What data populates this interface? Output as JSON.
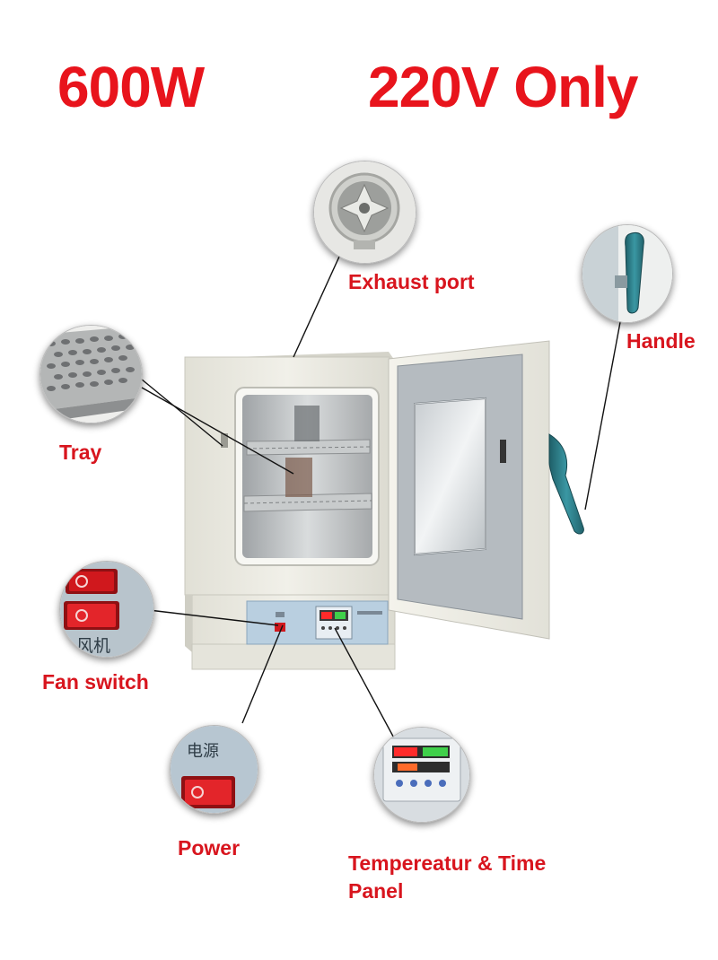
{
  "headline": {
    "power": "600W",
    "voltage": "220V Only"
  },
  "callouts": {
    "exhaust_port": "Exhaust port",
    "handle": "Handle",
    "tray": "Tray",
    "fan_switch": "Fan switch",
    "power": "Power",
    "panel_line1": "Tempereatur & Time",
    "panel_line2": "Panel"
  },
  "inset_text": {
    "fan_switch_chinese": "风机",
    "power_chinese": "电源"
  },
  "colors": {
    "headline": "#e8141c",
    "label": "#d8151e",
    "oven_body": "#ecebe3",
    "handle": "#2f7f8a",
    "control_panel": "#b9cfe0",
    "switch_red": "#d0181d"
  }
}
